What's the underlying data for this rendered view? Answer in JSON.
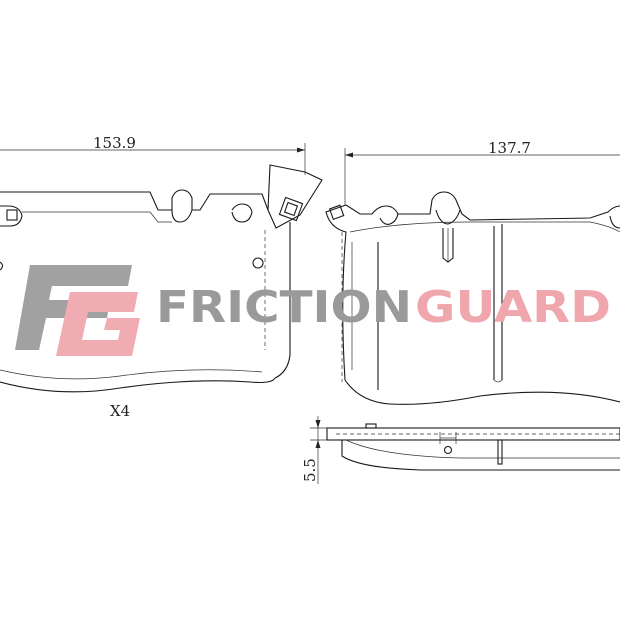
{
  "drawing": {
    "dim_left_width": "153.9",
    "dim_right_width": "137.7",
    "dim_thickness": "5.5",
    "quantity_label": "X4"
  },
  "watermark": {
    "brand_part1": "FRICTION",
    "brand_part2": "GUARD",
    "color_gray": "#9a9a9a",
    "color_red": "#f0a6ad"
  }
}
